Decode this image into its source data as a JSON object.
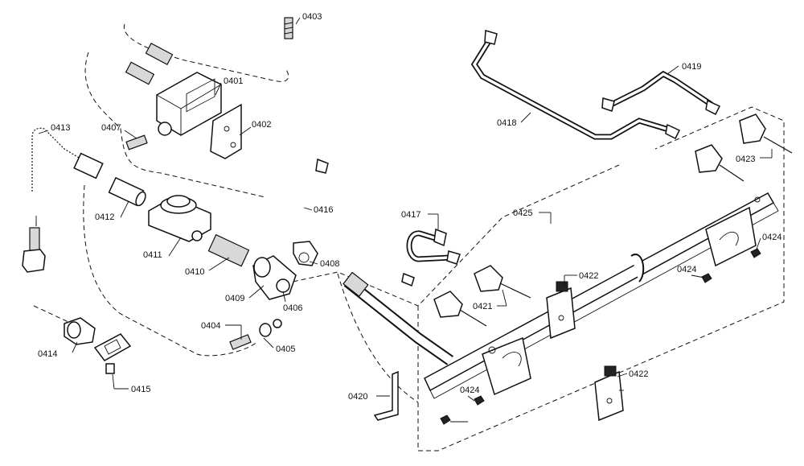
{
  "parts": [
    {
      "id": "0401",
      "label": "0401"
    },
    {
      "id": "0402",
      "label": "0402"
    },
    {
      "id": "0403",
      "label": "0403"
    },
    {
      "id": "0404",
      "label": "0404"
    },
    {
      "id": "0405",
      "label": "0405"
    },
    {
      "id": "0406",
      "label": "0406"
    },
    {
      "id": "0407",
      "label": "0407"
    },
    {
      "id": "0408",
      "label": "0408"
    },
    {
      "id": "0409",
      "label": "0409"
    },
    {
      "id": "0410",
      "label": "0410"
    },
    {
      "id": "0411",
      "label": "0411"
    },
    {
      "id": "0412",
      "label": "0412"
    },
    {
      "id": "0413",
      "label": "0413"
    },
    {
      "id": "0414",
      "label": "0414"
    },
    {
      "id": "0415",
      "label": "0415"
    },
    {
      "id": "0416",
      "label": "0416"
    },
    {
      "id": "0417",
      "label": "0417"
    },
    {
      "id": "0418",
      "label": "0418"
    },
    {
      "id": "0419",
      "label": "0419"
    },
    {
      "id": "0420",
      "label": "0420"
    },
    {
      "id": "0421",
      "label": "0421"
    },
    {
      "id": "0422",
      "label": "0422"
    },
    {
      "id": "0423",
      "label": "0423"
    },
    {
      "id": "0424",
      "label": "0424"
    },
    {
      "id": "0425",
      "label": "0425"
    }
  ],
  "callouts": [
    {
      "part": "0403",
      "label": "0403"
    },
    {
      "part": "0401",
      "label": "0401"
    },
    {
      "part": "0402",
      "label": "0402"
    },
    {
      "part": "0407",
      "label": "0407"
    },
    {
      "part": "0413",
      "label": "0413"
    },
    {
      "part": "0412",
      "label": "0412"
    },
    {
      "part": "0411",
      "label": "0411"
    },
    {
      "part": "0410",
      "label": "0410"
    },
    {
      "part": "0409",
      "label": "0409"
    },
    {
      "part": "0406",
      "label": "0406"
    },
    {
      "part": "0408",
      "label": "0408"
    },
    {
      "part": "0416",
      "label": "0416"
    },
    {
      "part": "0404",
      "label": "0404"
    },
    {
      "part": "0405",
      "label": "0405"
    },
    {
      "part": "0414",
      "label": "0414"
    },
    {
      "part": "0415",
      "label": "0415"
    },
    {
      "part": "0420",
      "label": "0420"
    },
    {
      "part": "0417",
      "label": "0417"
    },
    {
      "part": "0418",
      "label": "0418"
    },
    {
      "part": "0419",
      "label": "0419"
    },
    {
      "part": "0425",
      "label": "0425"
    },
    {
      "part": "0423",
      "label": "0423"
    },
    {
      "part": "0424",
      "label": "0424"
    },
    {
      "part": "0424",
      "label": "0424"
    },
    {
      "part": "0424",
      "label": "0424"
    },
    {
      "part": "0422",
      "label": "0422"
    },
    {
      "part": "0421",
      "label": "0421"
    },
    {
      "part": "0422",
      "label": "0422"
    }
  ]
}
